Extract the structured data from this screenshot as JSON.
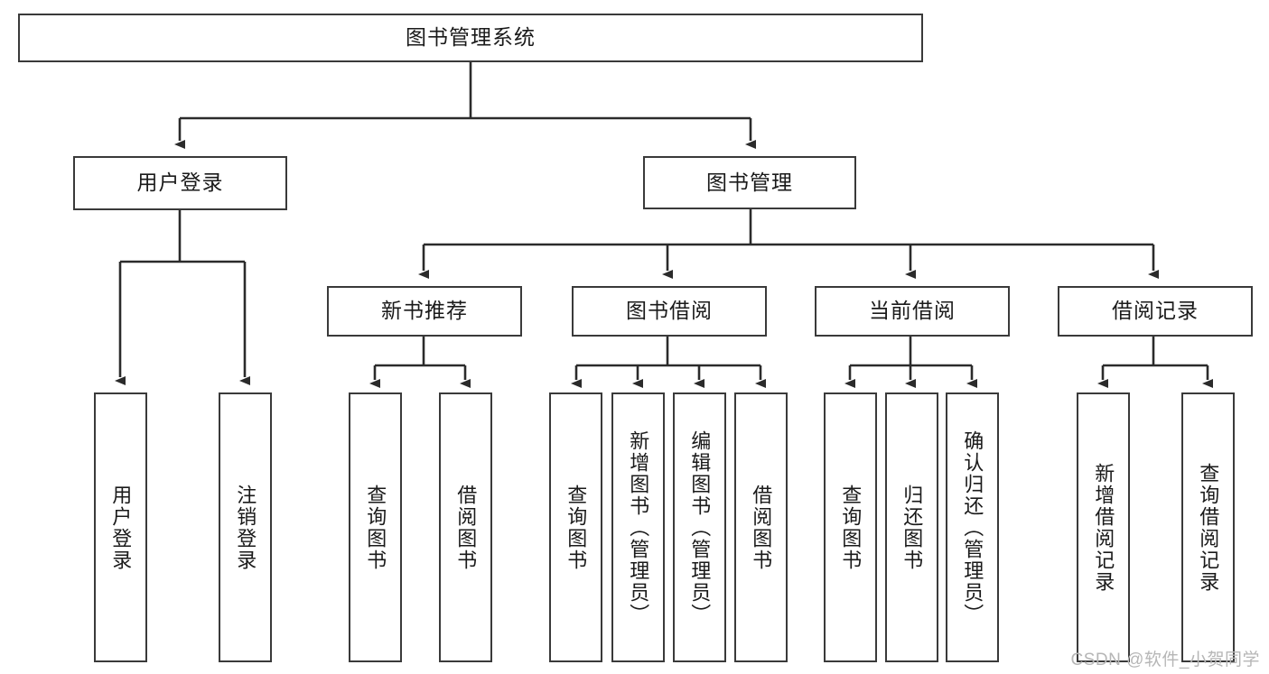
{
  "diagram": {
    "title": "图书管理系统",
    "type": "tree-hierarchy-diagram",
    "colors": {
      "box_border": "#3a3a3a",
      "box_fill": "#ffffff",
      "edge": "#2b2b2b",
      "text": "#1a1a1a",
      "watermark": "#b6b6b6"
    },
    "root": {
      "label": "图书管理系统"
    },
    "level1": [
      {
        "label": "用户登录"
      },
      {
        "label": "图书管理"
      }
    ],
    "level2": [
      {
        "label": "新书推荐"
      },
      {
        "label": "图书借阅"
      },
      {
        "label": "当前借阅"
      },
      {
        "label": "借阅记录"
      }
    ],
    "leaves": {
      "user_login": [
        {
          "label": "用户登录"
        },
        {
          "label": "注销登录"
        }
      ],
      "new_book_recommend": [
        {
          "label": "查询图书"
        },
        {
          "label": "借阅图书"
        }
      ],
      "book_borrow": [
        {
          "label": "查询图书"
        },
        {
          "label": "新增图书（管理员）"
        },
        {
          "label": "编辑图书（管理员）"
        },
        {
          "label": "借阅图书"
        }
      ],
      "current_borrow": [
        {
          "label": "查询图书"
        },
        {
          "label": "归还图书"
        },
        {
          "label": "确认归还（管理员）"
        }
      ],
      "borrow_record": [
        {
          "label": "新增借阅记录"
        },
        {
          "label": "查询借阅记录"
        }
      ]
    },
    "watermark": "CSDN @软件_小贺同学"
  }
}
